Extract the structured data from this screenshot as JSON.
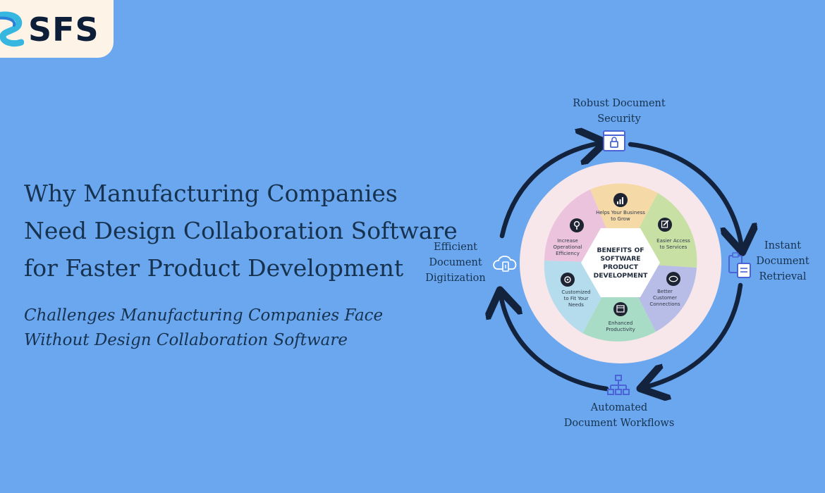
{
  "brand": {
    "name": "SFS"
  },
  "headline": {
    "lines": [
      "Why Manufacturing Companies",
      "Need Design Collaboration Software",
      "for Faster Product Development"
    ]
  },
  "subheadline": {
    "lines": [
      "Challenges Manufacturing Companies Face",
      "Without Design Collaboration Software"
    ]
  },
  "cycle": {
    "nodes": [
      {
        "lines": [
          "Robust Document",
          "Security"
        ],
        "icon": "lock-icon"
      },
      {
        "lines": [
          "Instant",
          "Document",
          "Retrieval"
        ],
        "icon": "document-clipboard-icon"
      },
      {
        "lines": [
          "Automated",
          "Document Workflows"
        ],
        "icon": "workflow-hierarchy-icon"
      },
      {
        "lines": [
          "Efficient",
          "Document",
          "Digitization"
        ],
        "icon": "cloud-upload-icon"
      }
    ]
  },
  "benefits": {
    "center": [
      "BENEFITS OF",
      "SOFTWARE",
      "PRODUCT",
      "DEVELOPMENT"
    ],
    "segments": [
      {
        "lines": [
          "Helps Your Business",
          "to Grow"
        ],
        "icon": "growth-chart-icon",
        "color": "#f5d9a6"
      },
      {
        "lines": [
          "Easier Access",
          "to Services"
        ],
        "icon": "edit-icon",
        "color": "#c9e0a5"
      },
      {
        "lines": [
          "Better",
          "Customer",
          "Connections"
        ],
        "icon": "handshake-icon",
        "color": "#b7bde6"
      },
      {
        "lines": [
          "Enhanced",
          "Productivity"
        ],
        "icon": "calendar-icon",
        "color": "#a9dcc6"
      },
      {
        "lines": [
          "Customized",
          "to Fit Your",
          "Needs"
        ],
        "icon": "settings-icon",
        "color": "#b4dcec"
      },
      {
        "lines": [
          "Increase",
          "Operational",
          "Efficiency"
        ],
        "icon": "search-icon",
        "color": "#ecc3dc"
      }
    ]
  },
  "colors": {
    "background": "#6ba7ee",
    "text": "#16324f",
    "arrow": "#13233d",
    "ring": "#f8e7ea",
    "accent_icon": "#4a64d8"
  }
}
